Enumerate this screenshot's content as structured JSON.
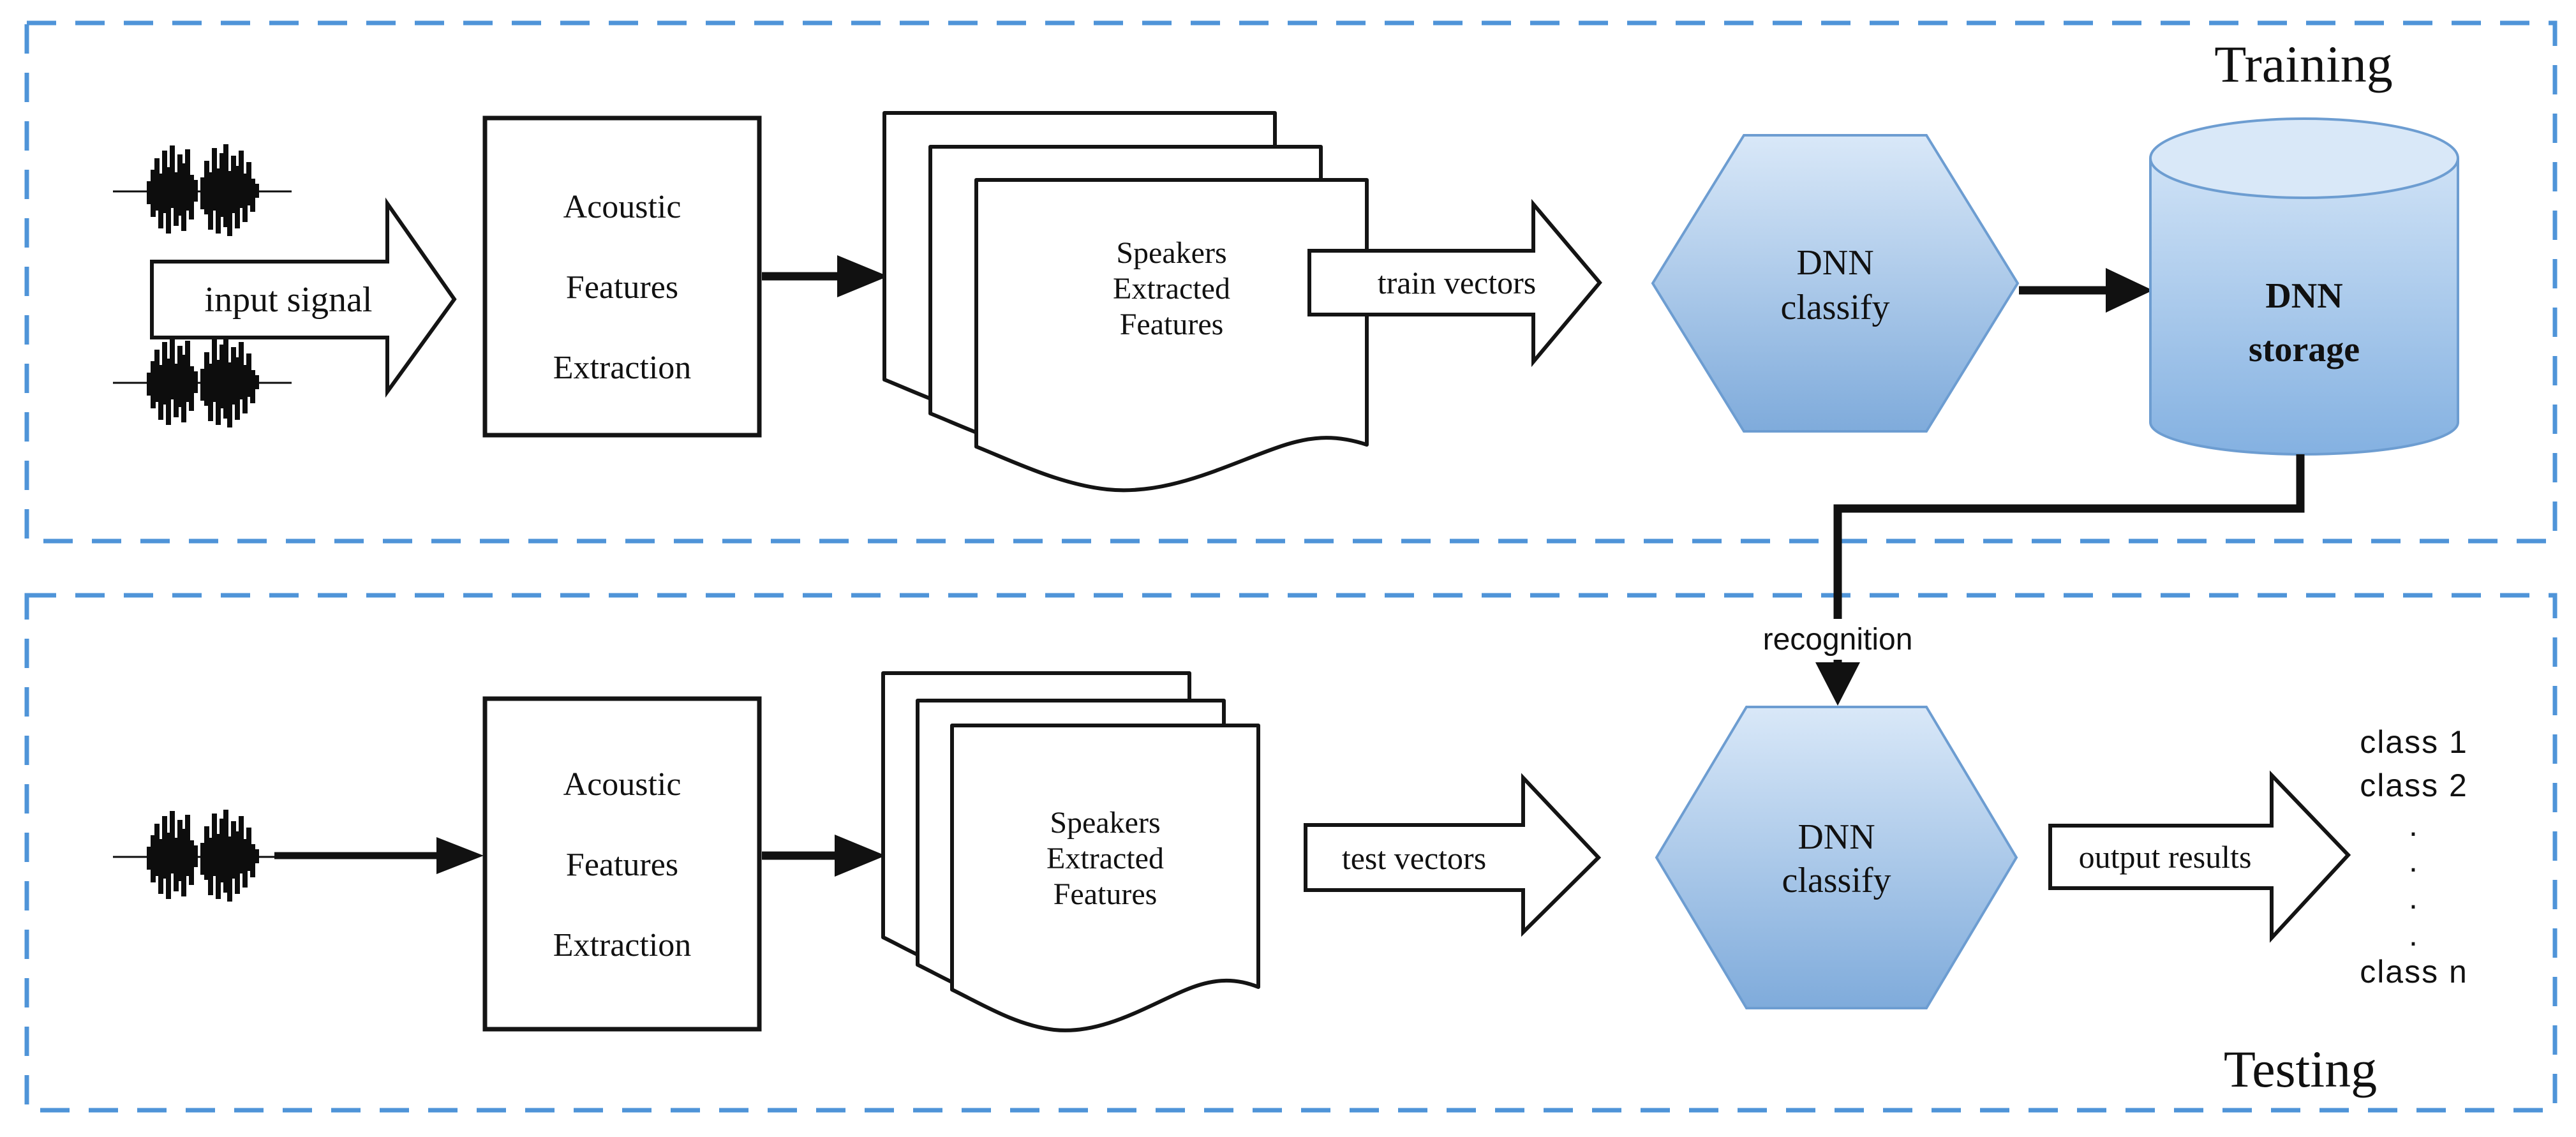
{
  "colors": {
    "container_dash": "#4f94d8",
    "shape_fill_top": "#d9e8f8",
    "shape_fill_bottom": "#7fabdb",
    "shape_stroke": "#6d9dd1"
  },
  "training": {
    "section_label": "Training",
    "input_arrow_label": "input signal",
    "feature_box": [
      "Acoustic",
      "Features",
      "Extraction"
    ],
    "documents": [
      "Speakers",
      "Extracted",
      "Features"
    ],
    "vector_arrow_label": "train vectors",
    "classifier": [
      "DNN",
      "classify"
    ],
    "storage": [
      "DNN",
      "storage"
    ]
  },
  "connector_label": "recognition",
  "testing": {
    "section_label": "Testing",
    "feature_box": [
      "Acoustic",
      "Features",
      "Extraction"
    ],
    "documents": [
      "Speakers",
      "Extracted",
      "Features"
    ],
    "vector_arrow_label": "test vectors",
    "classifier": [
      "DNN",
      "classify"
    ],
    "output_arrow_label": "output results",
    "classes": [
      "class 1",
      "class 2",
      ".",
      ".",
      ".",
      ".",
      "class n"
    ]
  }
}
